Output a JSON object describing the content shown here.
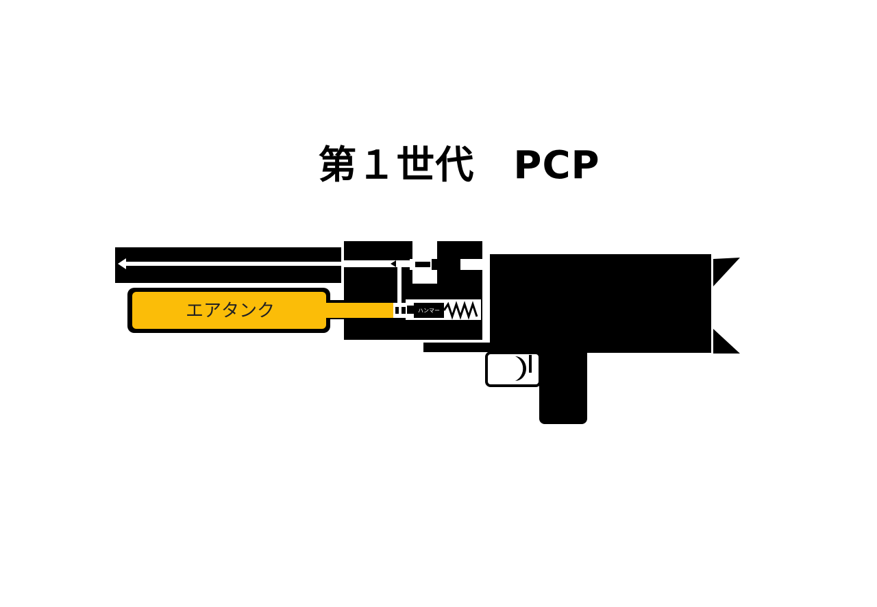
{
  "title": "第１世代　PCP",
  "labels": {
    "air_tank": "エアタンク",
    "hammer": "ハンマー"
  },
  "colors": {
    "background": "#ffffff",
    "body": "#000000",
    "air_tank": "#fbbd08",
    "channel": "#ffffff"
  },
  "components": [
    "barrel",
    "air-tank",
    "valve-block",
    "hammer",
    "hammer-spring",
    "bolt",
    "receiver",
    "trigger-guard",
    "trigger",
    "grip",
    "stock"
  ]
}
